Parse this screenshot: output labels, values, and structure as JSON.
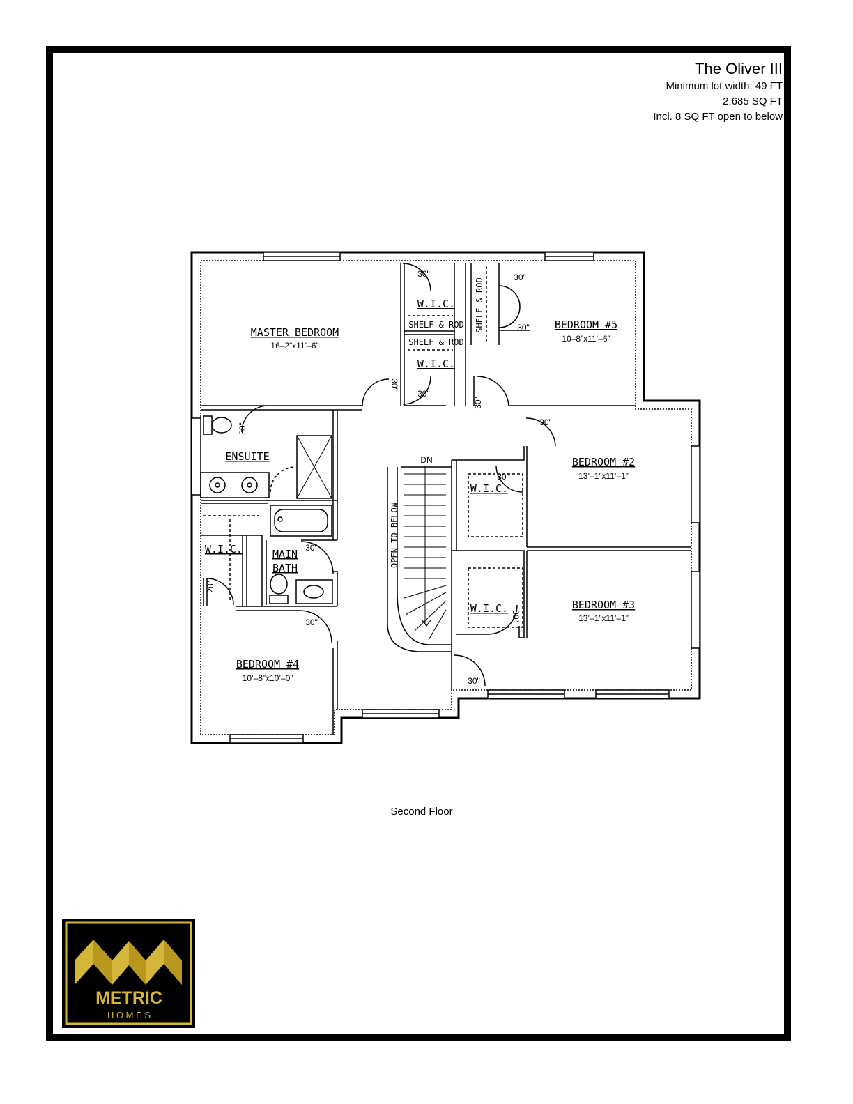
{
  "header": {
    "title": "The Oliver III",
    "lot_width": "Minimum lot width: 49 FT",
    "area": "2,685 SQ FT",
    "open_below": "Incl. 8 SQ FT open to below"
  },
  "caption": "Second Floor",
  "rooms": {
    "master_bedroom": {
      "name": "MASTER BEDROOM",
      "size": "16–2”x11’–6”"
    },
    "bedroom5": {
      "name": "BEDROOM #5",
      "size": "10–8”x11’–6”"
    },
    "bedroom2": {
      "name": "BEDROOM #2",
      "size": "13’–1”x11’–1”"
    },
    "bedroom3": {
      "name": "BEDROOM #3",
      "size": "13’–1”x11’–1”"
    },
    "bedroom4": {
      "name": "BEDROOM #4",
      "size": "10’–8”x10’–0”"
    },
    "ensuite": {
      "name": "ENSUITE"
    },
    "main_bath": {
      "line1": "MAIN",
      "line2": "BATH"
    }
  },
  "closets": {
    "wic": "W.I.C.",
    "shelf_rod": "SHELF & ROD"
  },
  "doors": {
    "d30": "30\"",
    "d28": "28\""
  },
  "stairs": {
    "down": "DN",
    "open_to_below": "OPEN TO BELOW"
  },
  "logo": {
    "brand": "METRIC",
    "sub": "H O M E S",
    "gold": "#d4b63a",
    "gold_dark": "#b8971f"
  }
}
